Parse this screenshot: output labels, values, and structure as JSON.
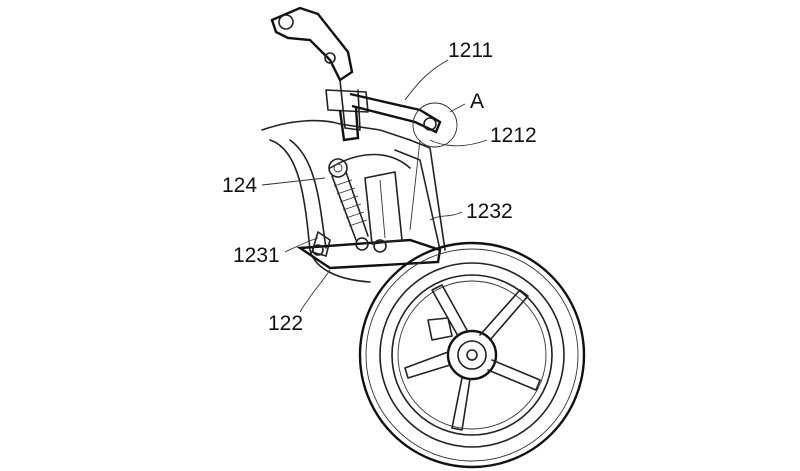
{
  "figure": {
    "labels": {
      "l1211": "1211",
      "lA": "A",
      "l1212": "1212",
      "l124": "124",
      "l1232": "1232",
      "l1231": "1231",
      "l122": "122"
    }
  }
}
